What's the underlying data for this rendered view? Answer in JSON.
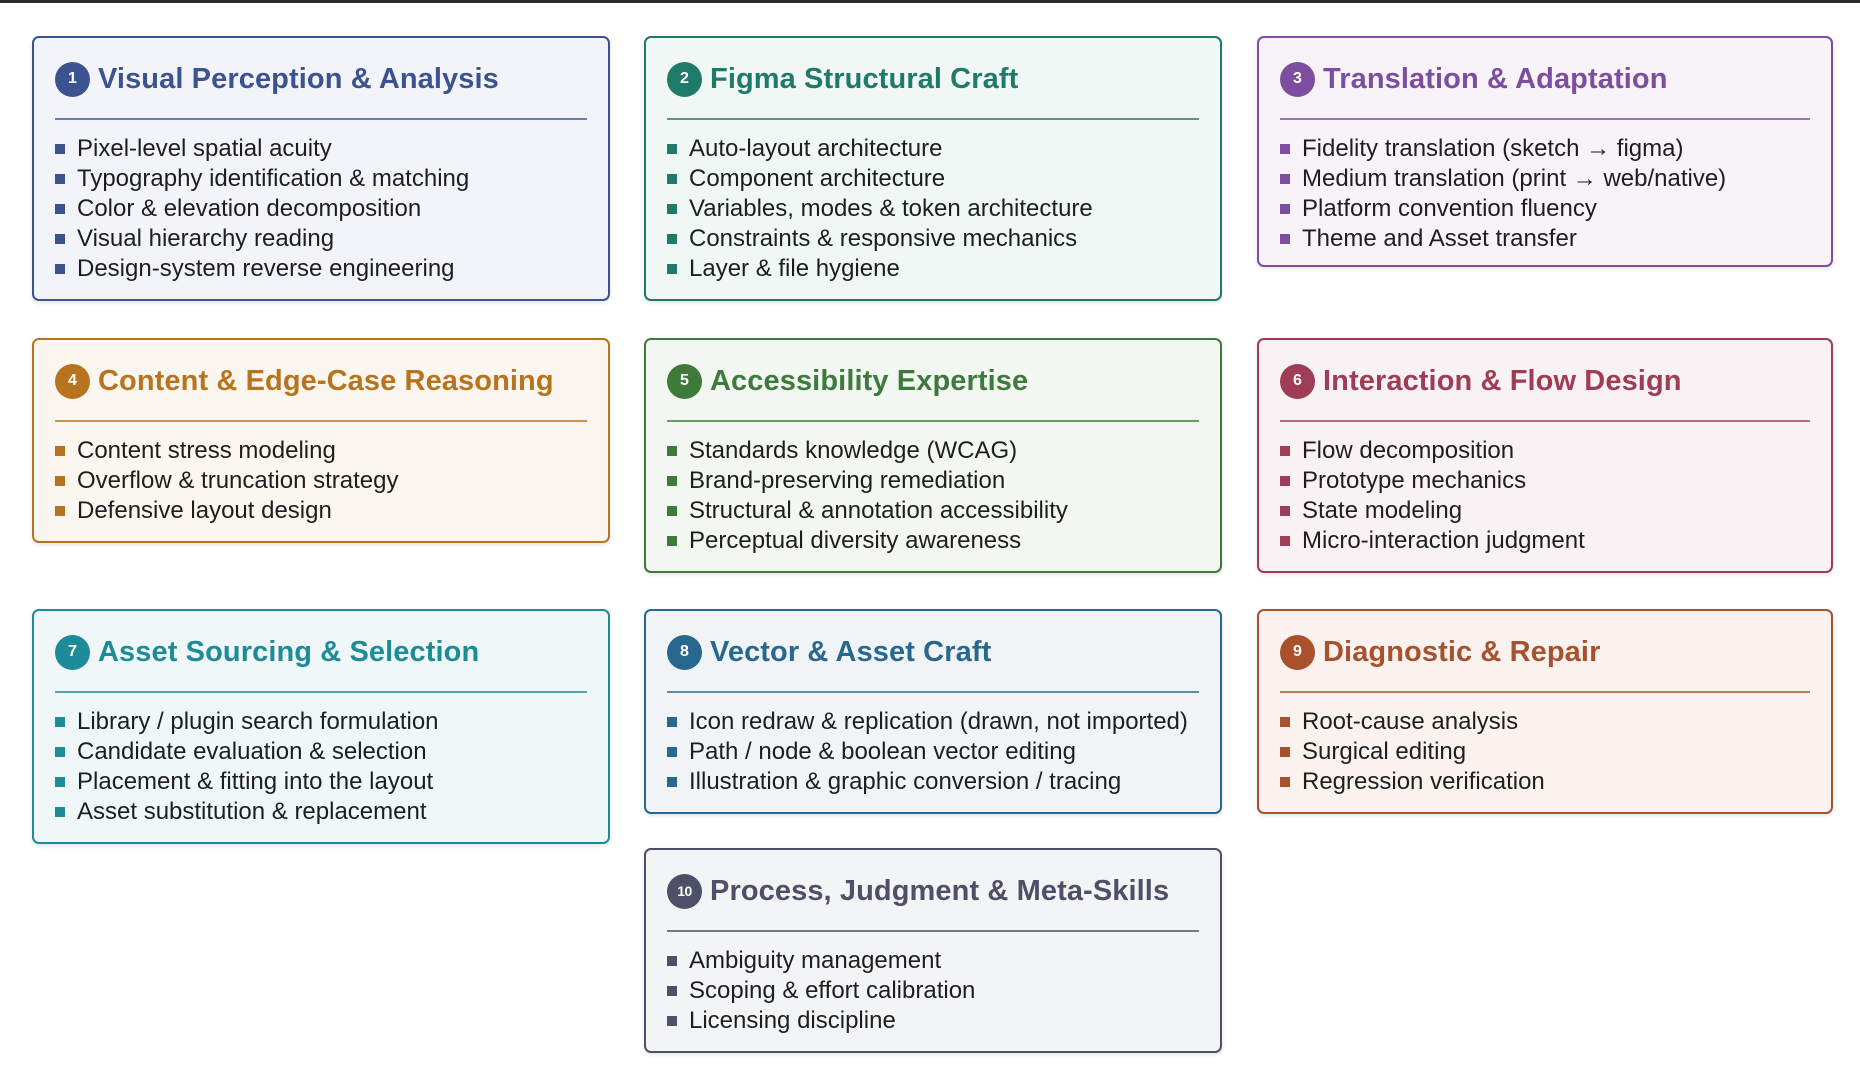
{
  "cards": [
    {
      "number": "1",
      "title": "Visual Perception & Analysis",
      "accent": "#3B5490",
      "background": "#F3F4F9",
      "items": [
        "Pixel-level spatial acuity",
        "Typography identification & matching",
        "Color & elevation decomposition",
        "Visual hierarchy reading",
        "Design-system reverse engineering"
      ]
    },
    {
      "number": "2",
      "title": "Figma Structural Craft",
      "accent": "#1F7A6A",
      "background": "#F1F7F5",
      "items": [
        "Auto-layout architecture",
        "Component architecture",
        "Variables, modes & token architecture",
        "Constraints & responsive mechanics",
        "Layer & file hygiene"
      ]
    },
    {
      "number": "3",
      "title": "Translation & Adaptation",
      "accent": "#7D4E9F",
      "background": "#F7F3F9",
      "items": [
        "Fidelity translation (sketch → figma)",
        "Medium translation (print → web/native)",
        "Platform convention fluency",
        "Theme and Asset transfer"
      ]
    },
    {
      "number": "4",
      "title": "Content & Edge-Case Reasoning",
      "accent": "#B8731E",
      "background": "#FBF6EF",
      "items": [
        "Content stress modeling",
        "Overflow & truncation strategy",
        "Defensive layout design"
      ]
    },
    {
      "number": "5",
      "title": "Accessibility Expertise",
      "accent": "#3E7A3C",
      "background": "#F2F7F1",
      "items": [
        "Standards knowledge (WCAG)",
        "Brand-preserving remediation",
        "Structural & annotation accessibility",
        "Perceptual diversity awareness"
      ]
    },
    {
      "number": "6",
      "title": "Interaction & Flow Design",
      "accent": "#9E3D55",
      "background": "#F9F2F4",
      "items": [
        "Flow decomposition",
        "Prototype mechanics",
        "State modeling",
        "Micro-interaction judgment"
      ]
    },
    {
      "number": "7",
      "title": "Asset Sourcing & Selection",
      "accent": "#1E8B98",
      "background": "#EFF7F8",
      "items": [
        "Library / plugin search formulation",
        "Candidate evaluation & selection",
        "Placement & fitting into the layout",
        "Asset substitution & replacement"
      ]
    },
    {
      "number": "8",
      "title": "Vector & Asset Craft",
      "accent": "#29688E",
      "background": "#F0F4F7",
      "items": [
        "Icon redraw & replication (drawn, not imported)",
        "Path / node & boolean vector editing",
        "Illustration & graphic conversion / tracing"
      ]
    },
    {
      "number": "9",
      "title": "Diagnostic & Repair",
      "accent": "#A9512D",
      "background": "#F9F2EF",
      "items": [
        "Root-cause analysis",
        "Surgical editing",
        "Regression verification"
      ]
    },
    {
      "number": "10",
      "title": "Process, Judgment & Meta-Skills",
      "accent": "#4D5066",
      "background": "#F3F4F6",
      "items": [
        "Ambiguity management",
        "Scoping & effort calibration",
        "Licensing discipline"
      ]
    }
  ]
}
